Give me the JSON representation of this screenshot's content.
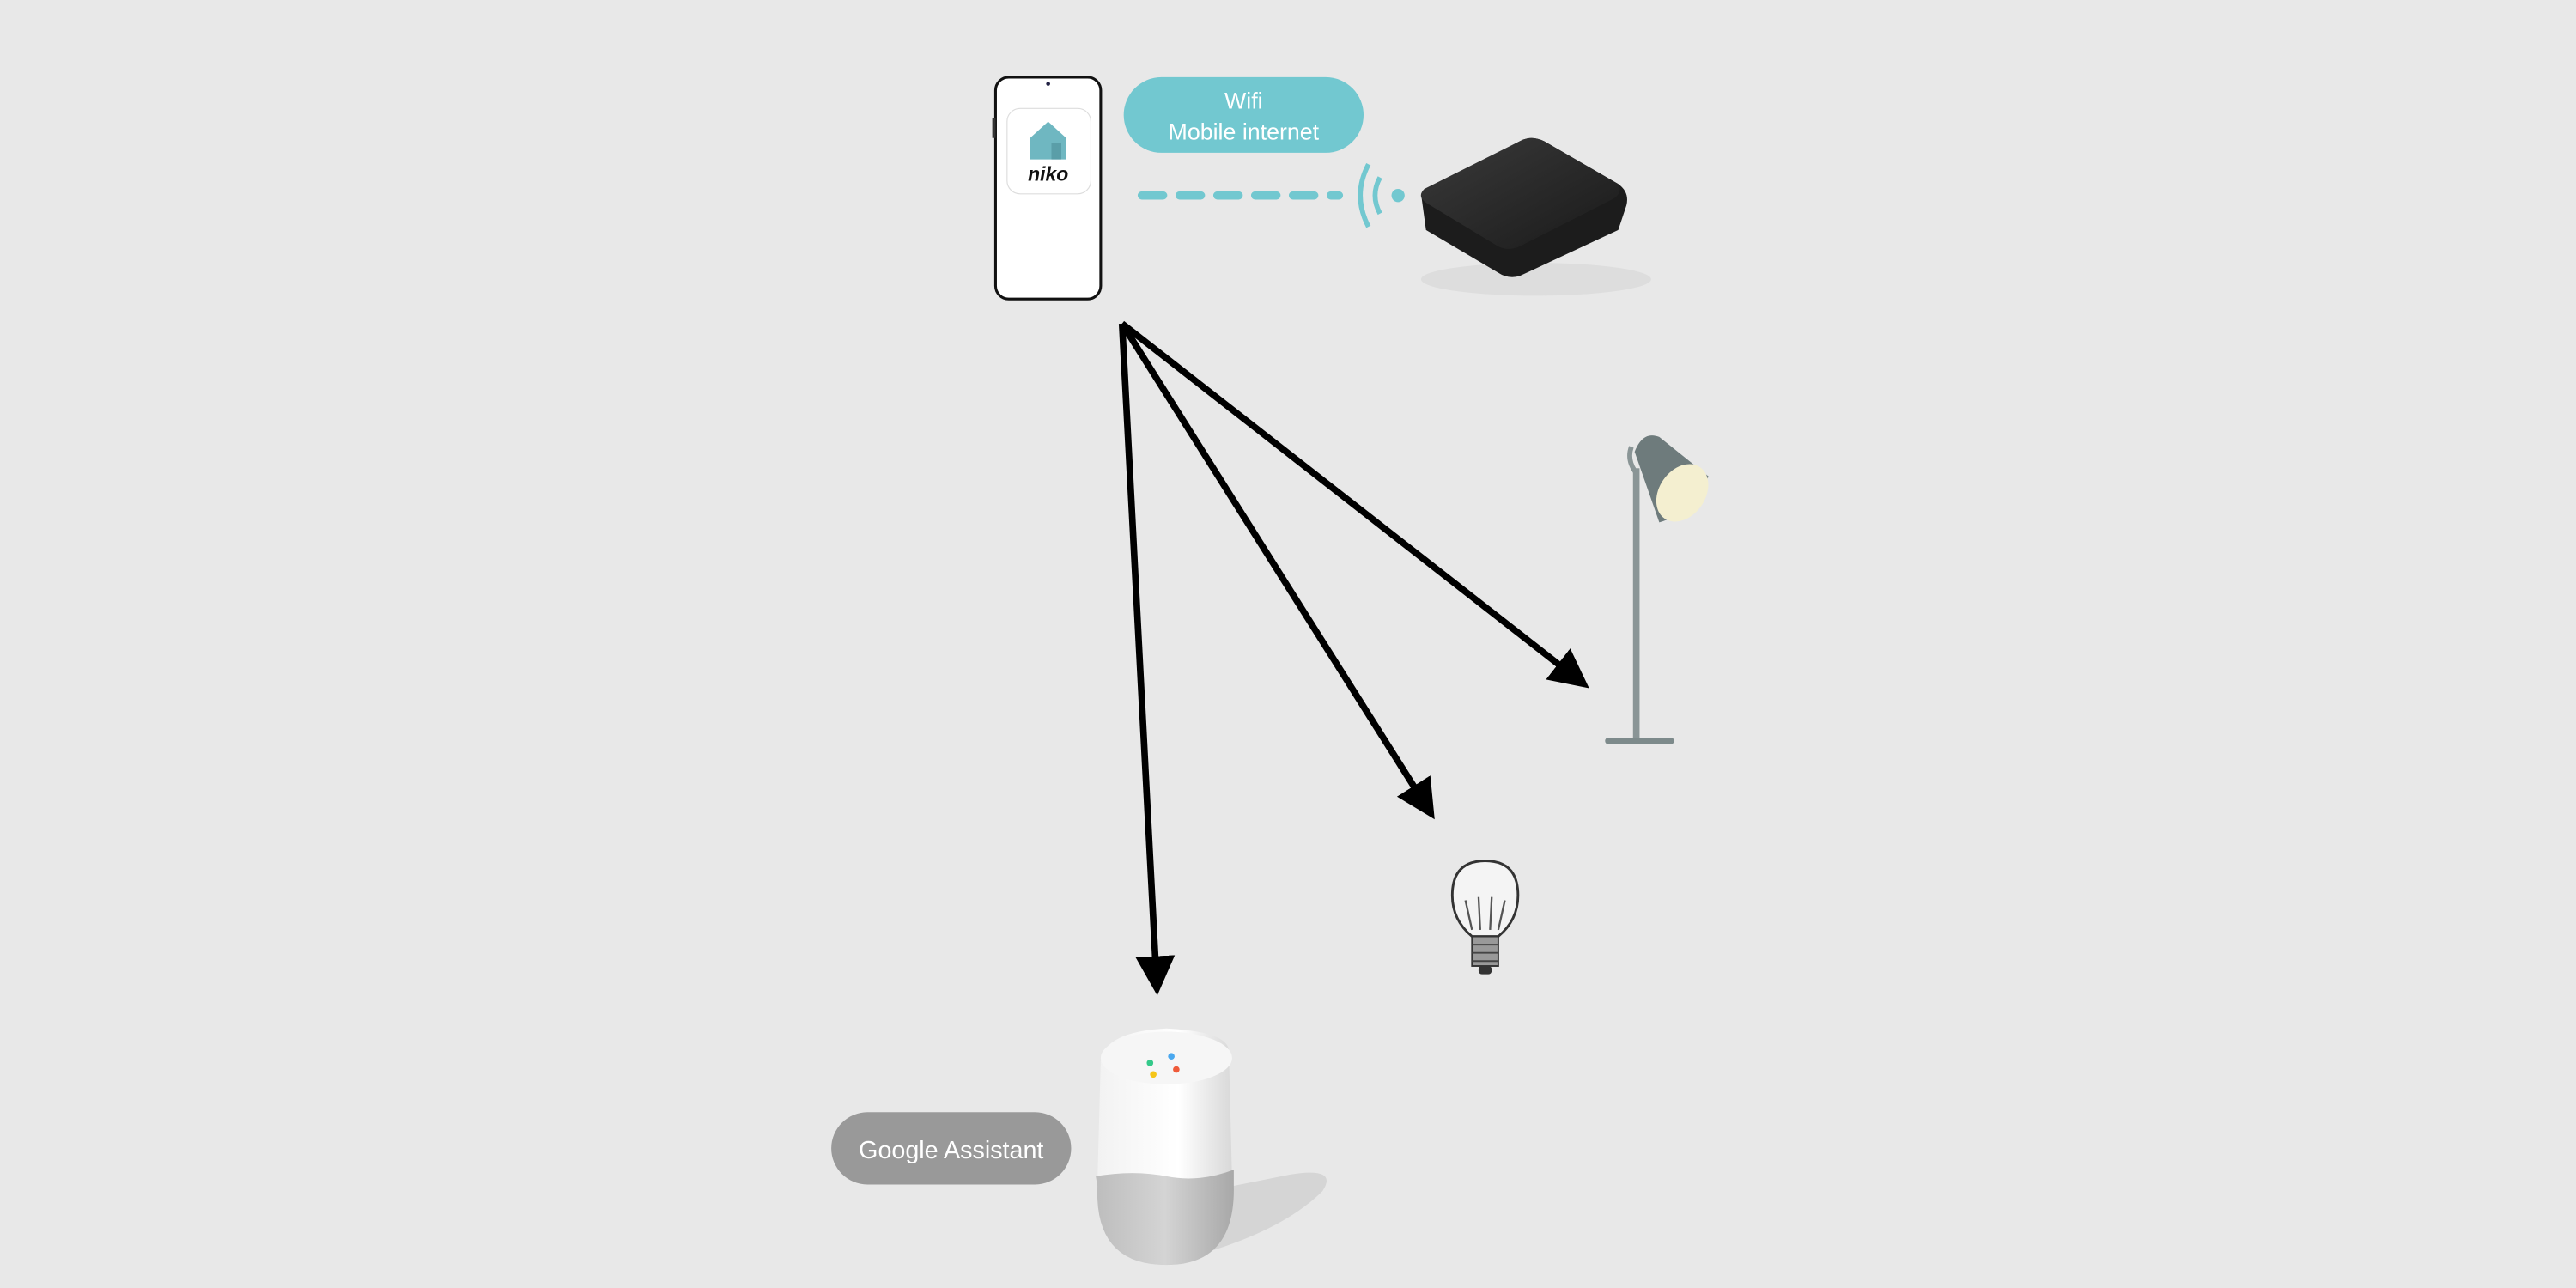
{
  "labels": {
    "connection_line1": "Wifi",
    "connection_line2": "Mobile internet",
    "assistant": "Google Assistant",
    "app_brand": "niko"
  },
  "colors": {
    "background": "#e8e8e8",
    "accent": "#72c8d0",
    "assistant_pill": "#999999",
    "arrow": "#000000"
  },
  "icons": [
    "smartphone-icon",
    "niko-app-icon",
    "wifi-signal-icon",
    "hub-device-icon",
    "floor-lamp-icon",
    "light-bulb-icon",
    "google-home-speaker-icon"
  ]
}
